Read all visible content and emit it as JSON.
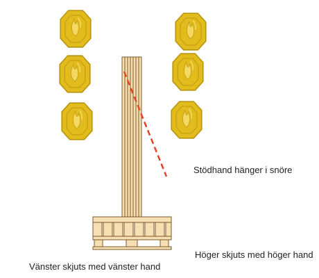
{
  "colors": {
    "target_fill": "#e2bc1c",
    "target_edge": "#b8940e",
    "target_highlight": "#f3d862",
    "wood_fill": "#f6dfb2",
    "wood_line": "#7a5a2a",
    "dash_line": "#e83e1e"
  },
  "targets": {
    "left_column": [
      "target-1",
      "target-2",
      "target-3"
    ],
    "right_column": [
      "target-4",
      "target-5",
      "target-6"
    ]
  },
  "labels": {
    "support_hand": "Stödhand hänger i snöre",
    "right_push": "Höger skjuts med höger hand",
    "left_push": "Vänster skjuts med vänster hand"
  }
}
